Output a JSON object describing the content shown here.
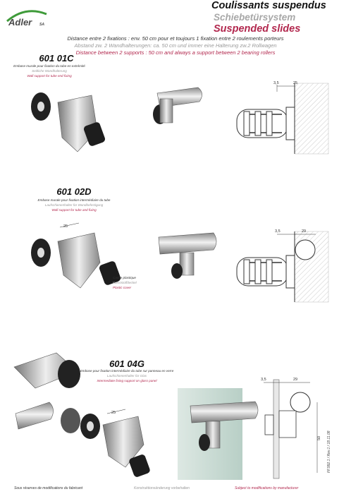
{
  "header": {
    "brand": "Adler",
    "brand_suffix": "SA",
    "title_fr": "Coulissants suspendus",
    "title_de": "Schiebetürsystem",
    "title_en": "Suspended slides"
  },
  "description": {
    "fr": "Distance entre 2 fixations : env. 50 cm pour et toujours 1 fixation entre 2 roulements porteurs",
    "de": "Abstand zw. 2 Wandhalterungen: ca. 50 cm und immer eine Halterung zw.2 Rollwagen",
    "en": "Distance between 2 supports : 50 cm and always a support between 2 bearing rollers"
  },
  "products": [
    {
      "code": "601 01C",
      "label_fr": "Embase murale pour fixation du tube en extrémité",
      "label_de": "Seitliche Wandhalterung",
      "label_en": "Wall support for tube end fixing",
      "dims": [
        "3,5",
        "25"
      ]
    },
    {
      "code": "601 02D",
      "label_fr": "Embase murale pour fixation intermédiaire du tube",
      "label_de": "Laufschienenhalter für Wandbefestigung",
      "label_en": "Wall support for tube and fixing",
      "dims": [
        "3,5",
        "29"
      ],
      "part_dim": "25",
      "cap_fr": "Cache plastique",
      "cap_de": "Kunststoffdeckel",
      "cap_en": "Plastic cover"
    },
    {
      "code": "601 04G",
      "label_fr": "Embase pour fixation intermédiaire du tube sur panneau en verre",
      "label_de": "Laufschienenhalter für Glas",
      "label_en": "Intermediate fixing support on glass panel",
      "dims": [
        "3,5",
        "29",
        "50"
      ],
      "part_dim": "25"
    }
  ],
  "doc_ref": "FF.992.1 / Rev.1 / 18.11.08",
  "footer": {
    "fr": "Sous réserves de modifications du fabricant",
    "de": "Konstruktionsänderung vorbehalten",
    "en": "Subject to modifications by manufacturer"
  },
  "colors": {
    "accent": "#b2284e",
    "grey": "#a8a8a8",
    "logo_green": "#3f9b3a"
  }
}
